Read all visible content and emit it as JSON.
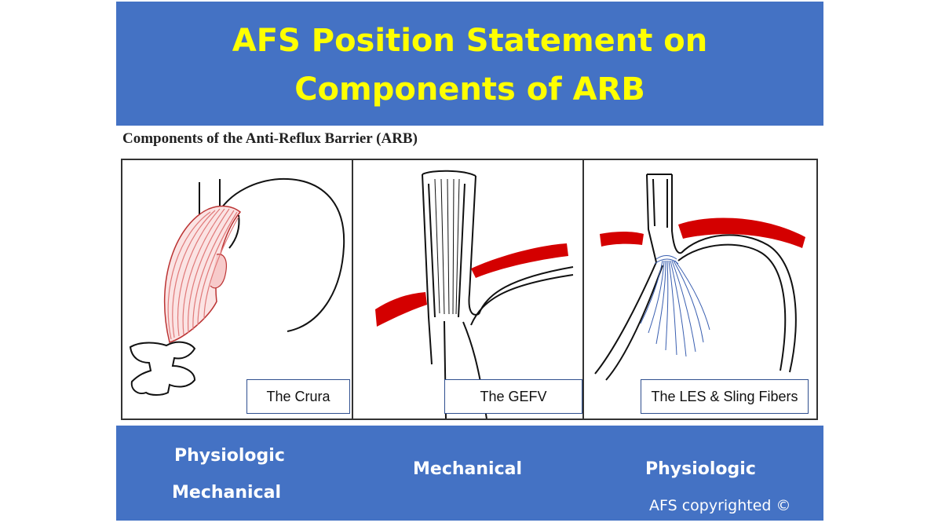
{
  "header": {
    "title_line1": "AFS Position Statement on",
    "title_line2": "Components of ARB"
  },
  "figure": {
    "subtitle": "Components of the Anti-Reflux Barrier (ARB)",
    "panels": [
      {
        "label": "The Crura"
      },
      {
        "label": "The GEFV"
      },
      {
        "label": "The LES & Sling Fibers"
      }
    ]
  },
  "footer": {
    "col1_line1": "Physiologic",
    "col1_line2": "Mechanical",
    "col2": "Mechanical",
    "col3": "Physiologic",
    "copyright": "AFS copyrighted ©"
  },
  "colors": {
    "header_bg": "#4472c4",
    "title_text": "#ffff00",
    "muscle_red": "#d40000",
    "crura_pink": "#e07a7a",
    "sling_blue": "#3a5fb0"
  }
}
